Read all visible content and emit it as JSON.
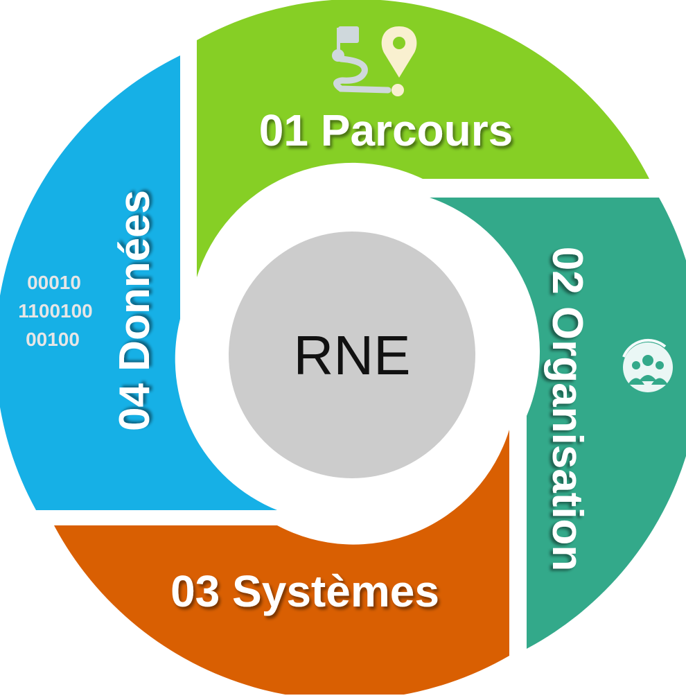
{
  "center": {
    "label": "RNE",
    "fill": "#cccccc"
  },
  "segments": [
    {
      "id": "parcours",
      "label": "01 Parcours",
      "color": "#86cf25",
      "icon": "route-pin-icon"
    },
    {
      "id": "organisation",
      "label": "02 Organisation",
      "color": "#33a98a",
      "icon": "team-cycle-icon"
    },
    {
      "id": "systemes",
      "label": "03 Systèmes",
      "color": "#d95f02",
      "icon": ""
    },
    {
      "id": "donnees",
      "label": "04 Données",
      "color": "#16b0e6",
      "icon": "binary-icon"
    }
  ],
  "binary_lines": [
    "00010",
    "1100100",
    "00100"
  ]
}
